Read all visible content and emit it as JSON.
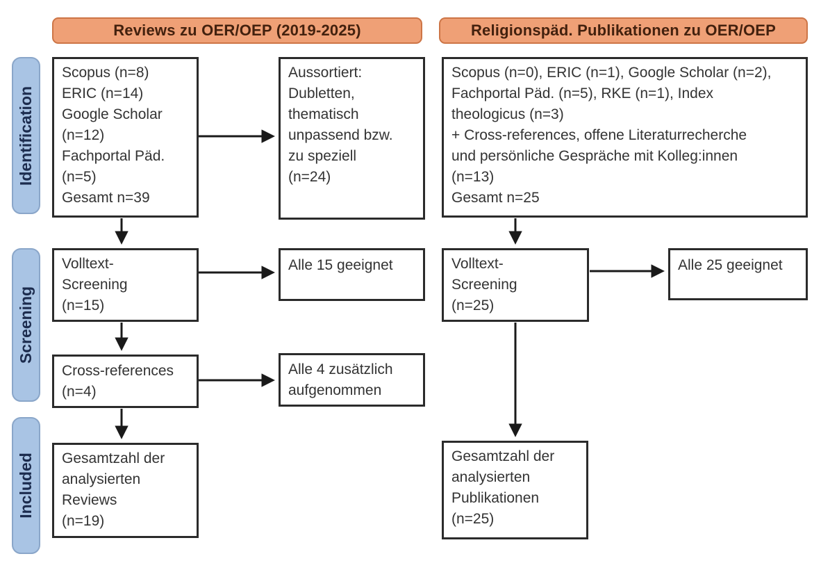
{
  "headers": {
    "left": "Reviews zu OER/OEP (2019-2025)",
    "right": "Religionspäd. Publikationen zu OER/OEP"
  },
  "stages": {
    "identification": "Identification",
    "screening": "Screening",
    "included": "Included"
  },
  "boxes": {
    "reviews_sources": {
      "lines": [
        "Scopus (n=8)",
        "ERIC (n=14)",
        "Google Scholar",
        "(n=12)",
        "Fachportal Päd.",
        "(n=5)",
        "Gesamt n=39"
      ]
    },
    "aussortiert": {
      "lines": [
        "Aussortiert:",
        "Dubletten,",
        "thematisch",
        "unpassend bzw.",
        "zu speziell",
        "(n=24)"
      ]
    },
    "relpaed_sources": {
      "lines": [
        "Scopus (n=0), ERIC (n=1), Google Scholar (n=2),",
        "Fachportal Päd. (n=5), RKE (n=1), Index",
        "theologicus (n=3)",
        "+ Cross-references, offene Literaturrecherche",
        "und persönliche Gespräche mit Kolleg:innen",
        "(n=13)",
        "Gesamt n=25"
      ]
    },
    "volltext_reviews": {
      "lines": [
        "Volltext-",
        "Screening",
        "(n=15)"
      ]
    },
    "alle15": {
      "lines": [
        "Alle 15 geeignet"
      ]
    },
    "volltext_relpaed": {
      "lines": [
        "Volltext-",
        "Screening",
        "(n=25)"
      ]
    },
    "alle25": {
      "lines": [
        "Alle 25 geeignet"
      ]
    },
    "crossref": {
      "lines": [
        "Cross-references",
        "(n=4)"
      ]
    },
    "alle4": {
      "lines": [
        "Alle 4 zusätzlich",
        "aufgenommen"
      ]
    },
    "gesamt_reviews": {
      "lines": [
        "Gesamtzahl der",
        "analysierten",
        "Reviews",
        "(n=19)"
      ]
    },
    "gesamt_relpaed": {
      "lines": [
        "Gesamtzahl der",
        "analysierten",
        "Publikationen",
        "(n=25)"
      ]
    }
  },
  "colors": {
    "header_fill": "#efa076",
    "header_border": "#cd7546",
    "header_text": "#43210e",
    "stage_fill": "#a9c4e4",
    "stage_border": "#8aa6c9",
    "stage_text": "#1c2c4e",
    "box_border": "#2b2b2b",
    "box_text": "#333333",
    "arrow": "#1a1a1a",
    "background": "#ffffff"
  }
}
